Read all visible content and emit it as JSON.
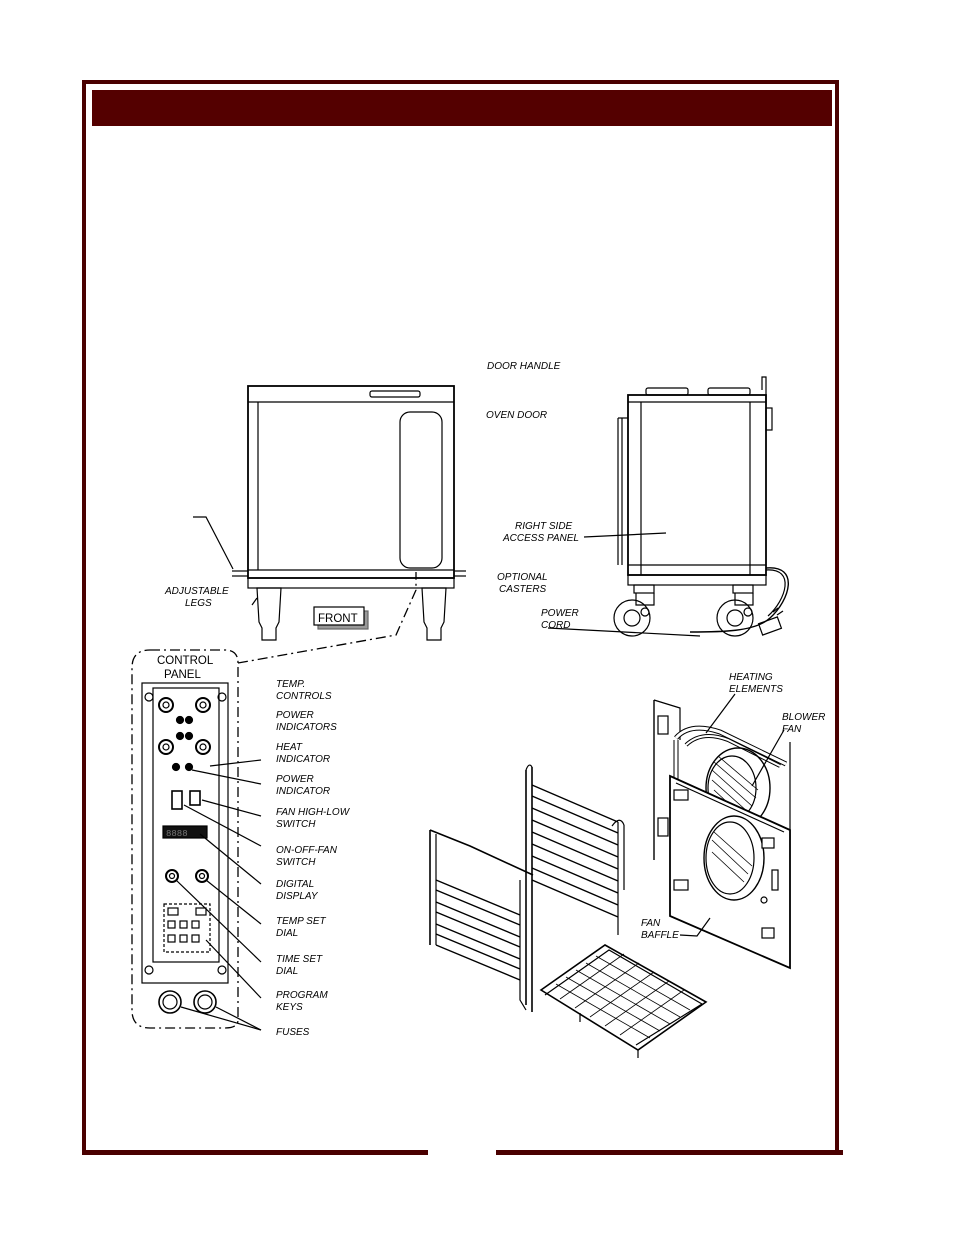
{
  "document": {
    "header_text": "",
    "footer_page": ""
  },
  "colors": {
    "border": "#4a0000",
    "header_bar": "#540000",
    "line": "#000000"
  },
  "labels": {
    "door_handle": "DOOR HANDLE",
    "oven_door": "OVEN DOOR",
    "right_side_1": "RIGHT SIDE",
    "right_side_2": "ACCESS PANEL",
    "optional_1": "OPTIONAL",
    "optional_2": "CASTERS",
    "power_cord_1": "POWER",
    "power_cord_2": "CORD",
    "adjustable_1": "ADJUSTABLE",
    "adjustable_2": "LEGS",
    "front": "FRONT",
    "control_panel_1": "CONTROL",
    "control_panel_2": "PANEL",
    "temp_controls_1": "TEMP.",
    "temp_controls_2": "CONTROLS",
    "power_ind_1": "POWER",
    "power_ind_2": "INDICATORS",
    "heat_ind_1": "HEAT",
    "heat_ind_2": "INDICATOR",
    "power_indicator_1": "POWER",
    "power_indicator_2": "INDICATOR",
    "fan_hl_1": "FAN HIGH-LOW",
    "fan_hl_2": "SWITCH",
    "onoff_1": "ON-OFF-FAN",
    "onoff_2": "SWITCH",
    "digital_1": "DIGITAL",
    "digital_2": "DISPLAY",
    "temp_set_1": "TEMP SET",
    "temp_set_2": "DIAL",
    "time_set_1": "TIME SET",
    "time_set_2": "DIAL",
    "program_1": "PROGRAM",
    "program_2": "KEYS",
    "fuses": "FUSES",
    "heating_1": "HEATING",
    "heating_2": "ELEMENTS",
    "blower_1": "BLOWER",
    "blower_2": "FAN",
    "baffle_1": "FAN",
    "baffle_2": "BAFFLE"
  }
}
